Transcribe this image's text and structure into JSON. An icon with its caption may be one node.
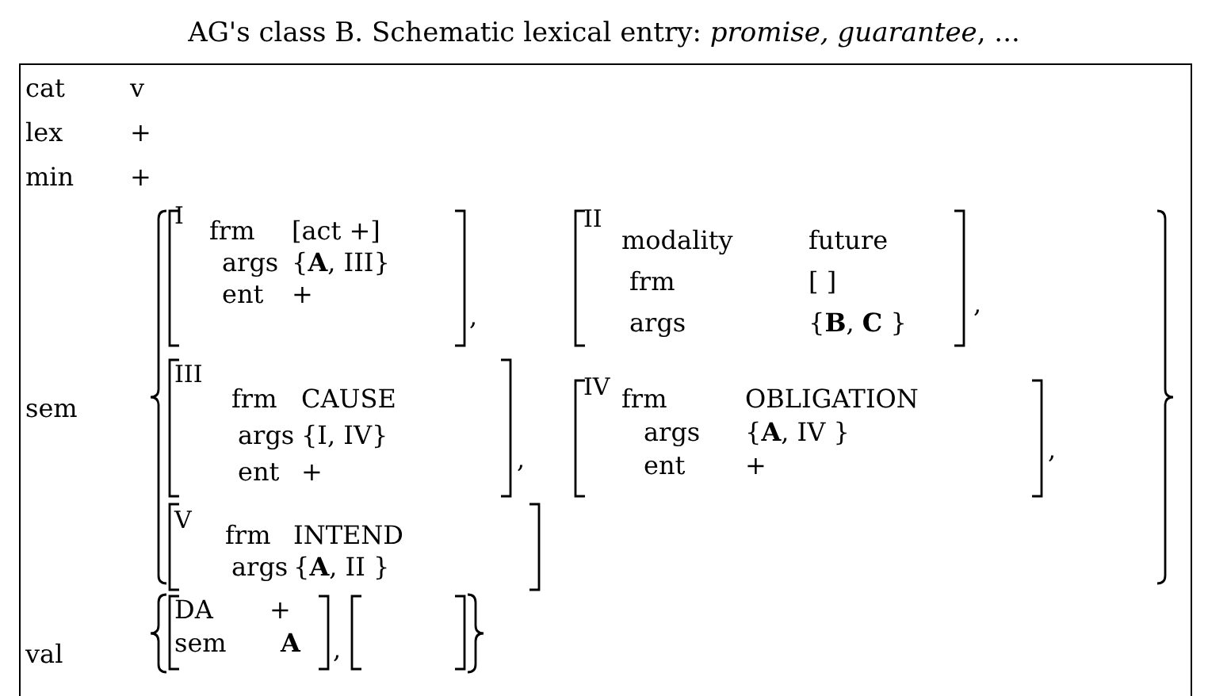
{
  "diagram": {
    "title": "AG's class B. Schematic lexical entry: *promise, guarantee*, ...",
    "labels": [
      "cat",
      "v",
      "lex",
      "+",
      "min",
      "+",
      "sem",
      "I",
      "frm",
      "[act +]",
      "args",
      "{**A**, III}",
      "ent",
      "+",
      ",",
      "II",
      "modality",
      "future",
      "frm",
      "[ ]",
      "args",
      "{**B**, **C** }",
      ",",
      "III",
      "frm",
      "CAUSE",
      "args",
      "{I, IV}",
      "ent",
      "+",
      ",",
      "IV",
      "frm",
      "OBLIGATION",
      "args",
      "{**A**, IV }",
      "ent",
      "+",
      ",",
      "V",
      "frm",
      "INTEND",
      "args",
      "{**A**, II }",
      "val",
      "DA",
      "+",
      "sem",
      "A",
      ","
    ]
  }
}
